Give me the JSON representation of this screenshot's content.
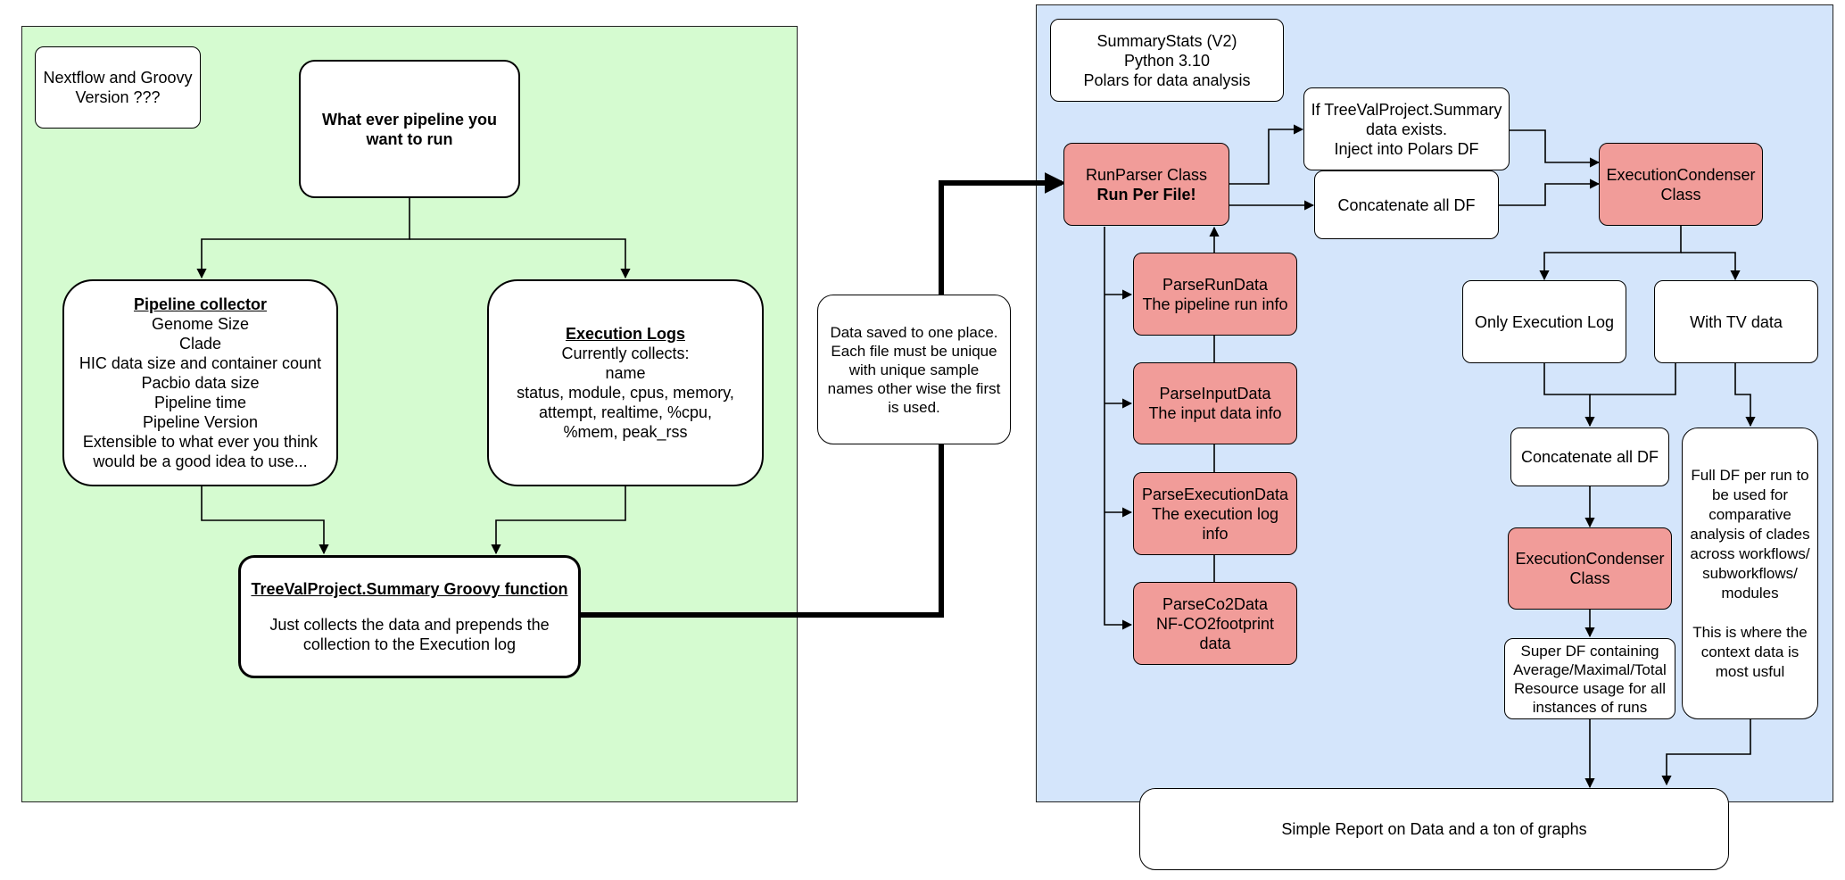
{
  "colors": {
    "left_region_fill": "#d5fbd0",
    "right_region_fill": "#d4e5fb",
    "process_fill": "#f19c99",
    "line": "#000000"
  },
  "left": {
    "version_note": "Nextflow and Groovy\nVersion ???",
    "pipeline_box": "What ever pipeline you\nwant to run",
    "collector": {
      "title": "Pipeline collector",
      "body": "Genome Size\nClade\nHIC data size and container count\nPacbio data size\nPipeline time\nPipeline Version\nExtensible to what ever you think\nwould be a good idea to use..."
    },
    "execution_logs": {
      "title": "Execution Logs",
      "body": "Currently collects:\nname\nstatus, module, cpus, memory,\nattempt, realtime, %cpu,\n%mem, peak_rss"
    },
    "summary_fn": {
      "title": "TreeValProject.Summary Groovy function",
      "body": "Just collects the data and prepends the\ncollection to the Execution log"
    }
  },
  "middle": {
    "note": "Data saved to one place.\nEach file must be unique\nwith unique sample\nnames other wise the first\nis used."
  },
  "right": {
    "header": "SummaryStats (V2)\nPython 3.10\nPolars for data analysis",
    "runparser": {
      "line1": "RunParser Class",
      "line2": "Run Per File!"
    },
    "if_summary": "If TreeValProject.Summary\ndata exists.\nInject into Polars DF",
    "concat_top": "Concatenate all DF",
    "condenser_top": "ExecutionCondenser\nClass",
    "parse_run": "ParseRunData\nThe pipeline run info",
    "parse_input": "ParseInputData\nThe input data info",
    "parse_exec": "ParseExecutionData\nThe execution log info",
    "parse_co2": "ParseCo2Data\nNF-CO2footprint data",
    "only_exec": "Only Execution Log",
    "with_tv": "With TV data",
    "concat_mid": "Concatenate all DF",
    "condenser_mid": "ExecutionCondenser\nClass",
    "super_df": "Super DF containing\nAverage/Maximal/Total\nResource usage for all\ninstances of runs",
    "full_df": "Full DF per run to\nbe used for\ncomparative\nanalysis of clades\nacross workflows/\nsubworkflows/\nmodules\n\nThis is where the\ncontext data is\nmost usful"
  },
  "report": "Simple Report on Data and a ton of graphs"
}
